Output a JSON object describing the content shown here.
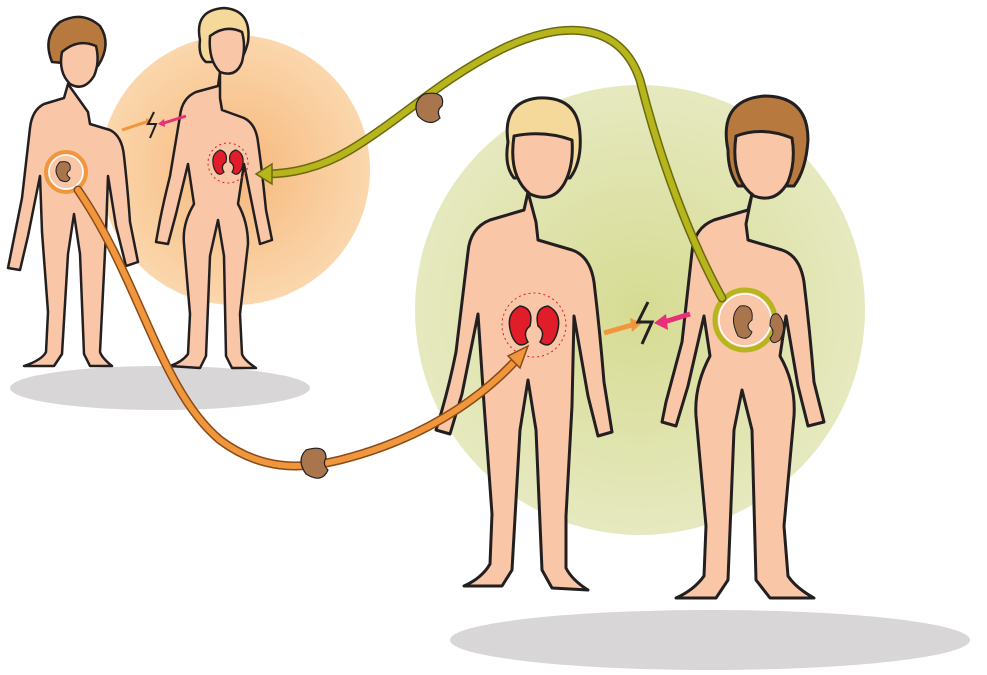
{
  "colors": {
    "background": "#ffffff",
    "skin": "#f9c6a8",
    "outline": "#231f20",
    "pair1_circle": "#f8c48c",
    "pair2_circle": "#dde2a8",
    "diseased_kidney": "#a9754c",
    "healthy_kidney": "#e11d2a",
    "arrow_orange": "#f0963c",
    "arrow_olive": "#b7b51c",
    "incompatible_arrow_male": "#f0963c",
    "incompatible_arrow_female": "#e8307a",
    "shadow": "#d8d6d6"
  },
  "icons": {
    "pair1_male_donor": "male-figure",
    "pair1_female_recipient": "female-figure",
    "pair2_male_recipient": "male-figure",
    "pair2_female_donor": "female-figure",
    "incompatibility": "lightning-bolt-icon",
    "kidney": "kidney-icon"
  }
}
